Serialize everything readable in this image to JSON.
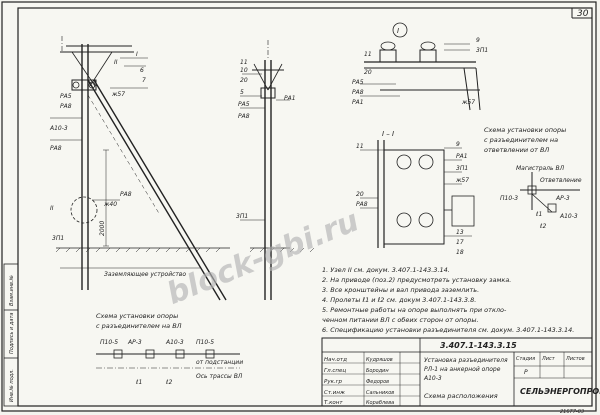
{
  "sheet": {
    "page_number": "30",
    "doc_code": "3.407.1-143.3.15",
    "side_stamp": [
      "Инв.№ подл.",
      "Подпись и дата",
      "Взам.инв.№"
    ]
  },
  "view_left": {
    "labels": [
      "I",
      "II",
      "РА5",
      "РА8",
      "А10-3",
      "РА8",
      "РА8",
      "II",
      "3П1",
      "6",
      "7",
      "ж57",
      "ж40"
    ],
    "dim": "2000",
    "ground": "Заземляющее устройство"
  },
  "view_mid": {
    "labels": [
      "11",
      "10",
      "20",
      "5",
      "РА5",
      "РА8",
      "РА1",
      "3П1"
    ]
  },
  "view_top_right": {
    "node": "I",
    "labels": [
      "9",
      "3П1",
      "11",
      "20",
      "РА5",
      "РА8",
      "РА1",
      "ж57"
    ]
  },
  "section": {
    "title": "I – I",
    "labels": [
      "11",
      "9",
      "РА1",
      "3П1",
      "20",
      "РА8",
      "ж57",
      "13",
      "17",
      "18"
    ]
  },
  "scheme_branch": {
    "title_lines": [
      "Схема установки опоры",
      "с разъединителем на",
      "ответвлении от ВЛ"
    ],
    "labels": [
      "Магистраль ВЛ",
      "Ответвление",
      "П10-3",
      "А10-3",
      "АР-3",
      "ℓ1",
      "ℓ2"
    ]
  },
  "scheme_line": {
    "title_lines": [
      "Схема установки опоры",
      "с разъединителем на ВЛ"
    ],
    "labels": [
      "П10-5",
      "АР-3",
      "А10-3",
      "П10-5",
      "ℓ1",
      "ℓ2",
      "от подстанции",
      "Ось трассы ВЛ"
    ]
  },
  "notes": [
    "1. Узел II см. докум. 3.407.1-143.3.14.",
    "2. На приводе (поз.2) предусмотреть установку замка.",
    "3. Все кронштейны и вал привода заземлить.",
    "4. Пролеты ℓ1 и ℓ2 см. докум 3.407.1-143.3.8.",
    "5. Ремонтные работы на опоре выполнять при откло-",
    "   ченном питании ВЛ с обеих сторон от опоры.",
    "6. Спецификацию установки разъединителя см. докум. 3.407.1-143.3.14."
  ],
  "title_block": {
    "names": [
      "Нач.отд",
      "Гл.спец",
      "Рук.гр",
      "Ст.инж",
      "Т.конт"
    ],
    "signers": [
      "Кудряшов",
      "Бородин",
      "Федоров",
      "Сальников",
      "Кораблева"
    ],
    "desc_lines": [
      "Установка разъединителя",
      "РЛ-1 на анкерной опоре",
      "А10-3"
    ],
    "sheet_caption": "Схема расположения",
    "stage_header": [
      "Стадия",
      "Лист",
      "Листов"
    ],
    "stage_values": [
      "Р",
      "",
      ""
    ],
    "org": "СЕЛЬЭНЕРГОПРОЕКТ",
    "footer_code": "21677-03"
  },
  "watermark": "block-gbi.ru"
}
